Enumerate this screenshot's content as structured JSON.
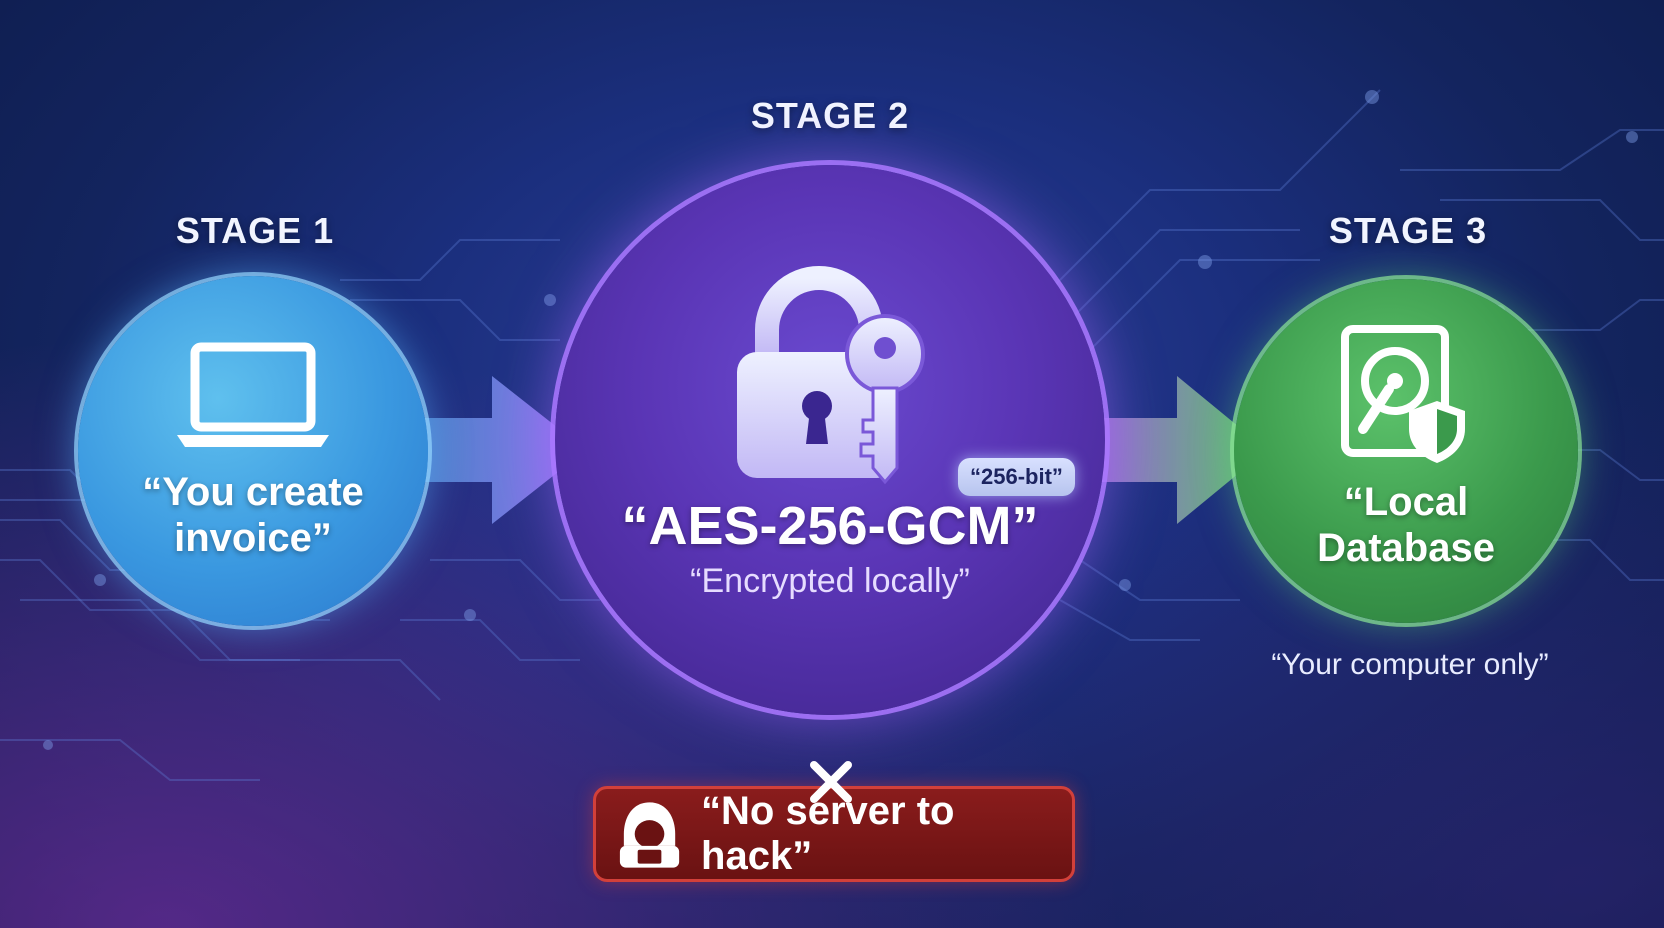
{
  "stages": [
    {
      "label": "STAGE 1",
      "text": "“You create invoice”",
      "icon": "laptop-icon",
      "color": "#3a98e0"
    },
    {
      "label": "STAGE 2",
      "text": "“AES-256-GCM”",
      "subtext": "“Encrypted locally”",
      "badge": "“256-bit”",
      "icon": "lock-key-icon",
      "color": "#5a35b5"
    },
    {
      "label": "STAGE 3",
      "text": "“Local Database",
      "icon": "hard-drive-shield-icon",
      "color": "#3b9a4c",
      "note": "“Your computer only”"
    }
  ],
  "warning": {
    "text": "“No server to hack”",
    "icon": "hacker-icon",
    "mark": "x-icon",
    "color": "#8a1c1c"
  }
}
